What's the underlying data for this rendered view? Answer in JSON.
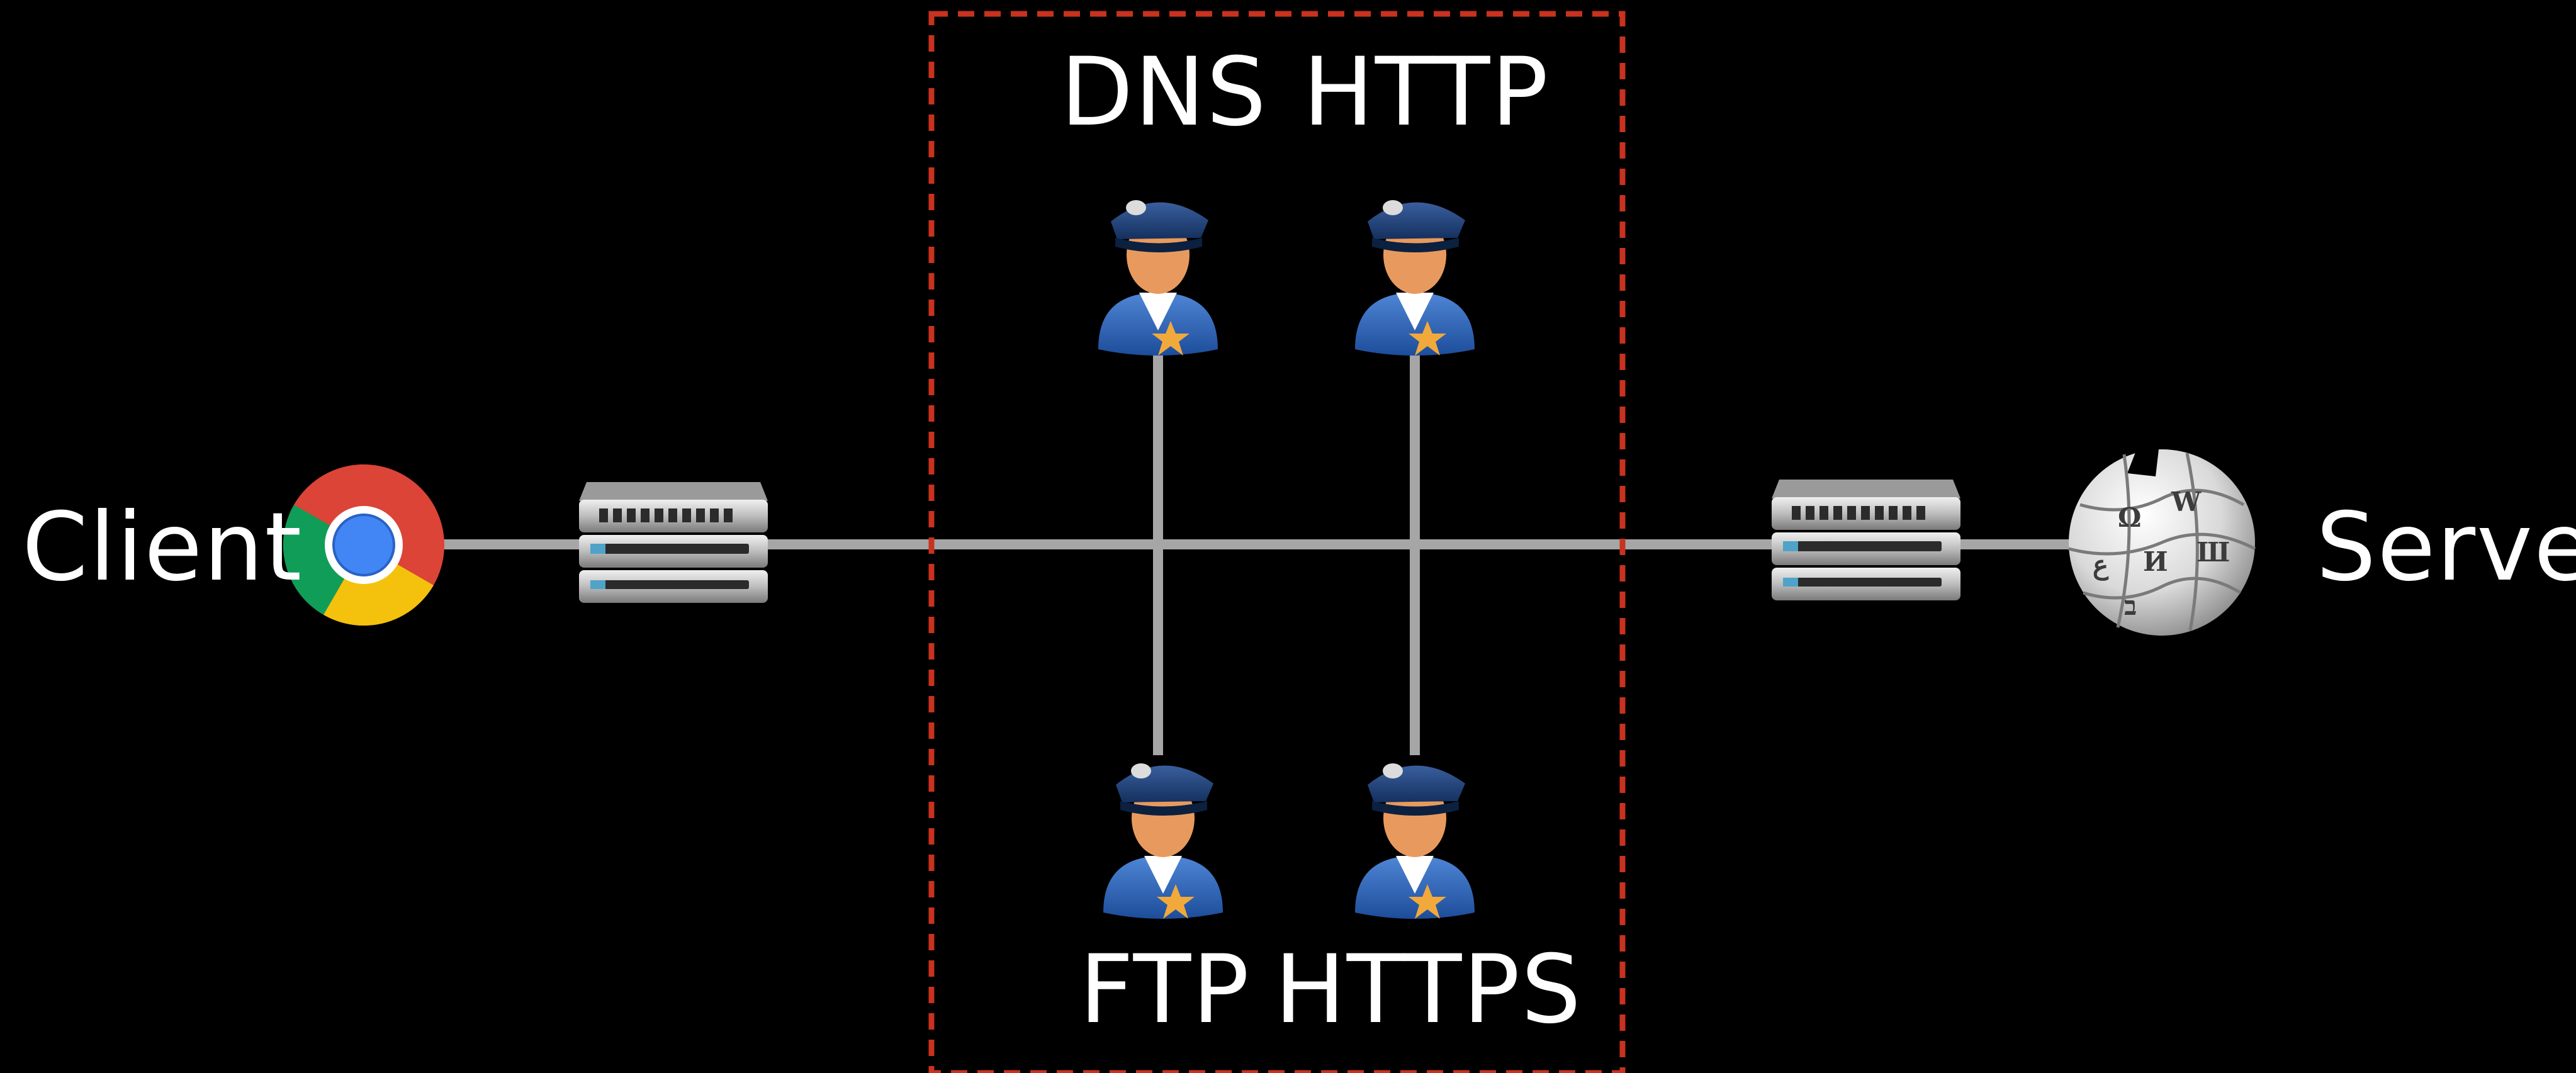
{
  "labels": {
    "client": "Client",
    "server": "Server",
    "dns": "DNS",
    "http": "HTTP",
    "ftp": "FTP",
    "https": "HTTPS"
  },
  "icons": {
    "client": "chrome-browser-icon",
    "client_router": "network-switch-icon",
    "server_router": "network-switch-icon",
    "server": "wikipedia-globe-icon",
    "dns": "police-officer-icon",
    "http": "police-officer-icon",
    "ftp": "police-officer-icon",
    "https": "police-officer-icon"
  },
  "colors": {
    "background": "#000000",
    "text": "#ffffff",
    "connection_line": "#a6a6a6",
    "boundary": "#c8321e",
    "uniform": "#2a63b8",
    "cap": "#1f3f72",
    "skin": "#e89a5e",
    "badge": "#f2a93b"
  }
}
